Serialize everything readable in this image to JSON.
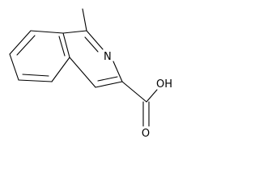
{
  "molecule": {
    "atoms": {
      "nitrogen": "N",
      "hydroxyl": "OH",
      "carbonyl_oxygen": "O"
    }
  },
  "colors": {
    "bond": "#000000",
    "label": "#000000",
    "background": "#ffffff"
  }
}
